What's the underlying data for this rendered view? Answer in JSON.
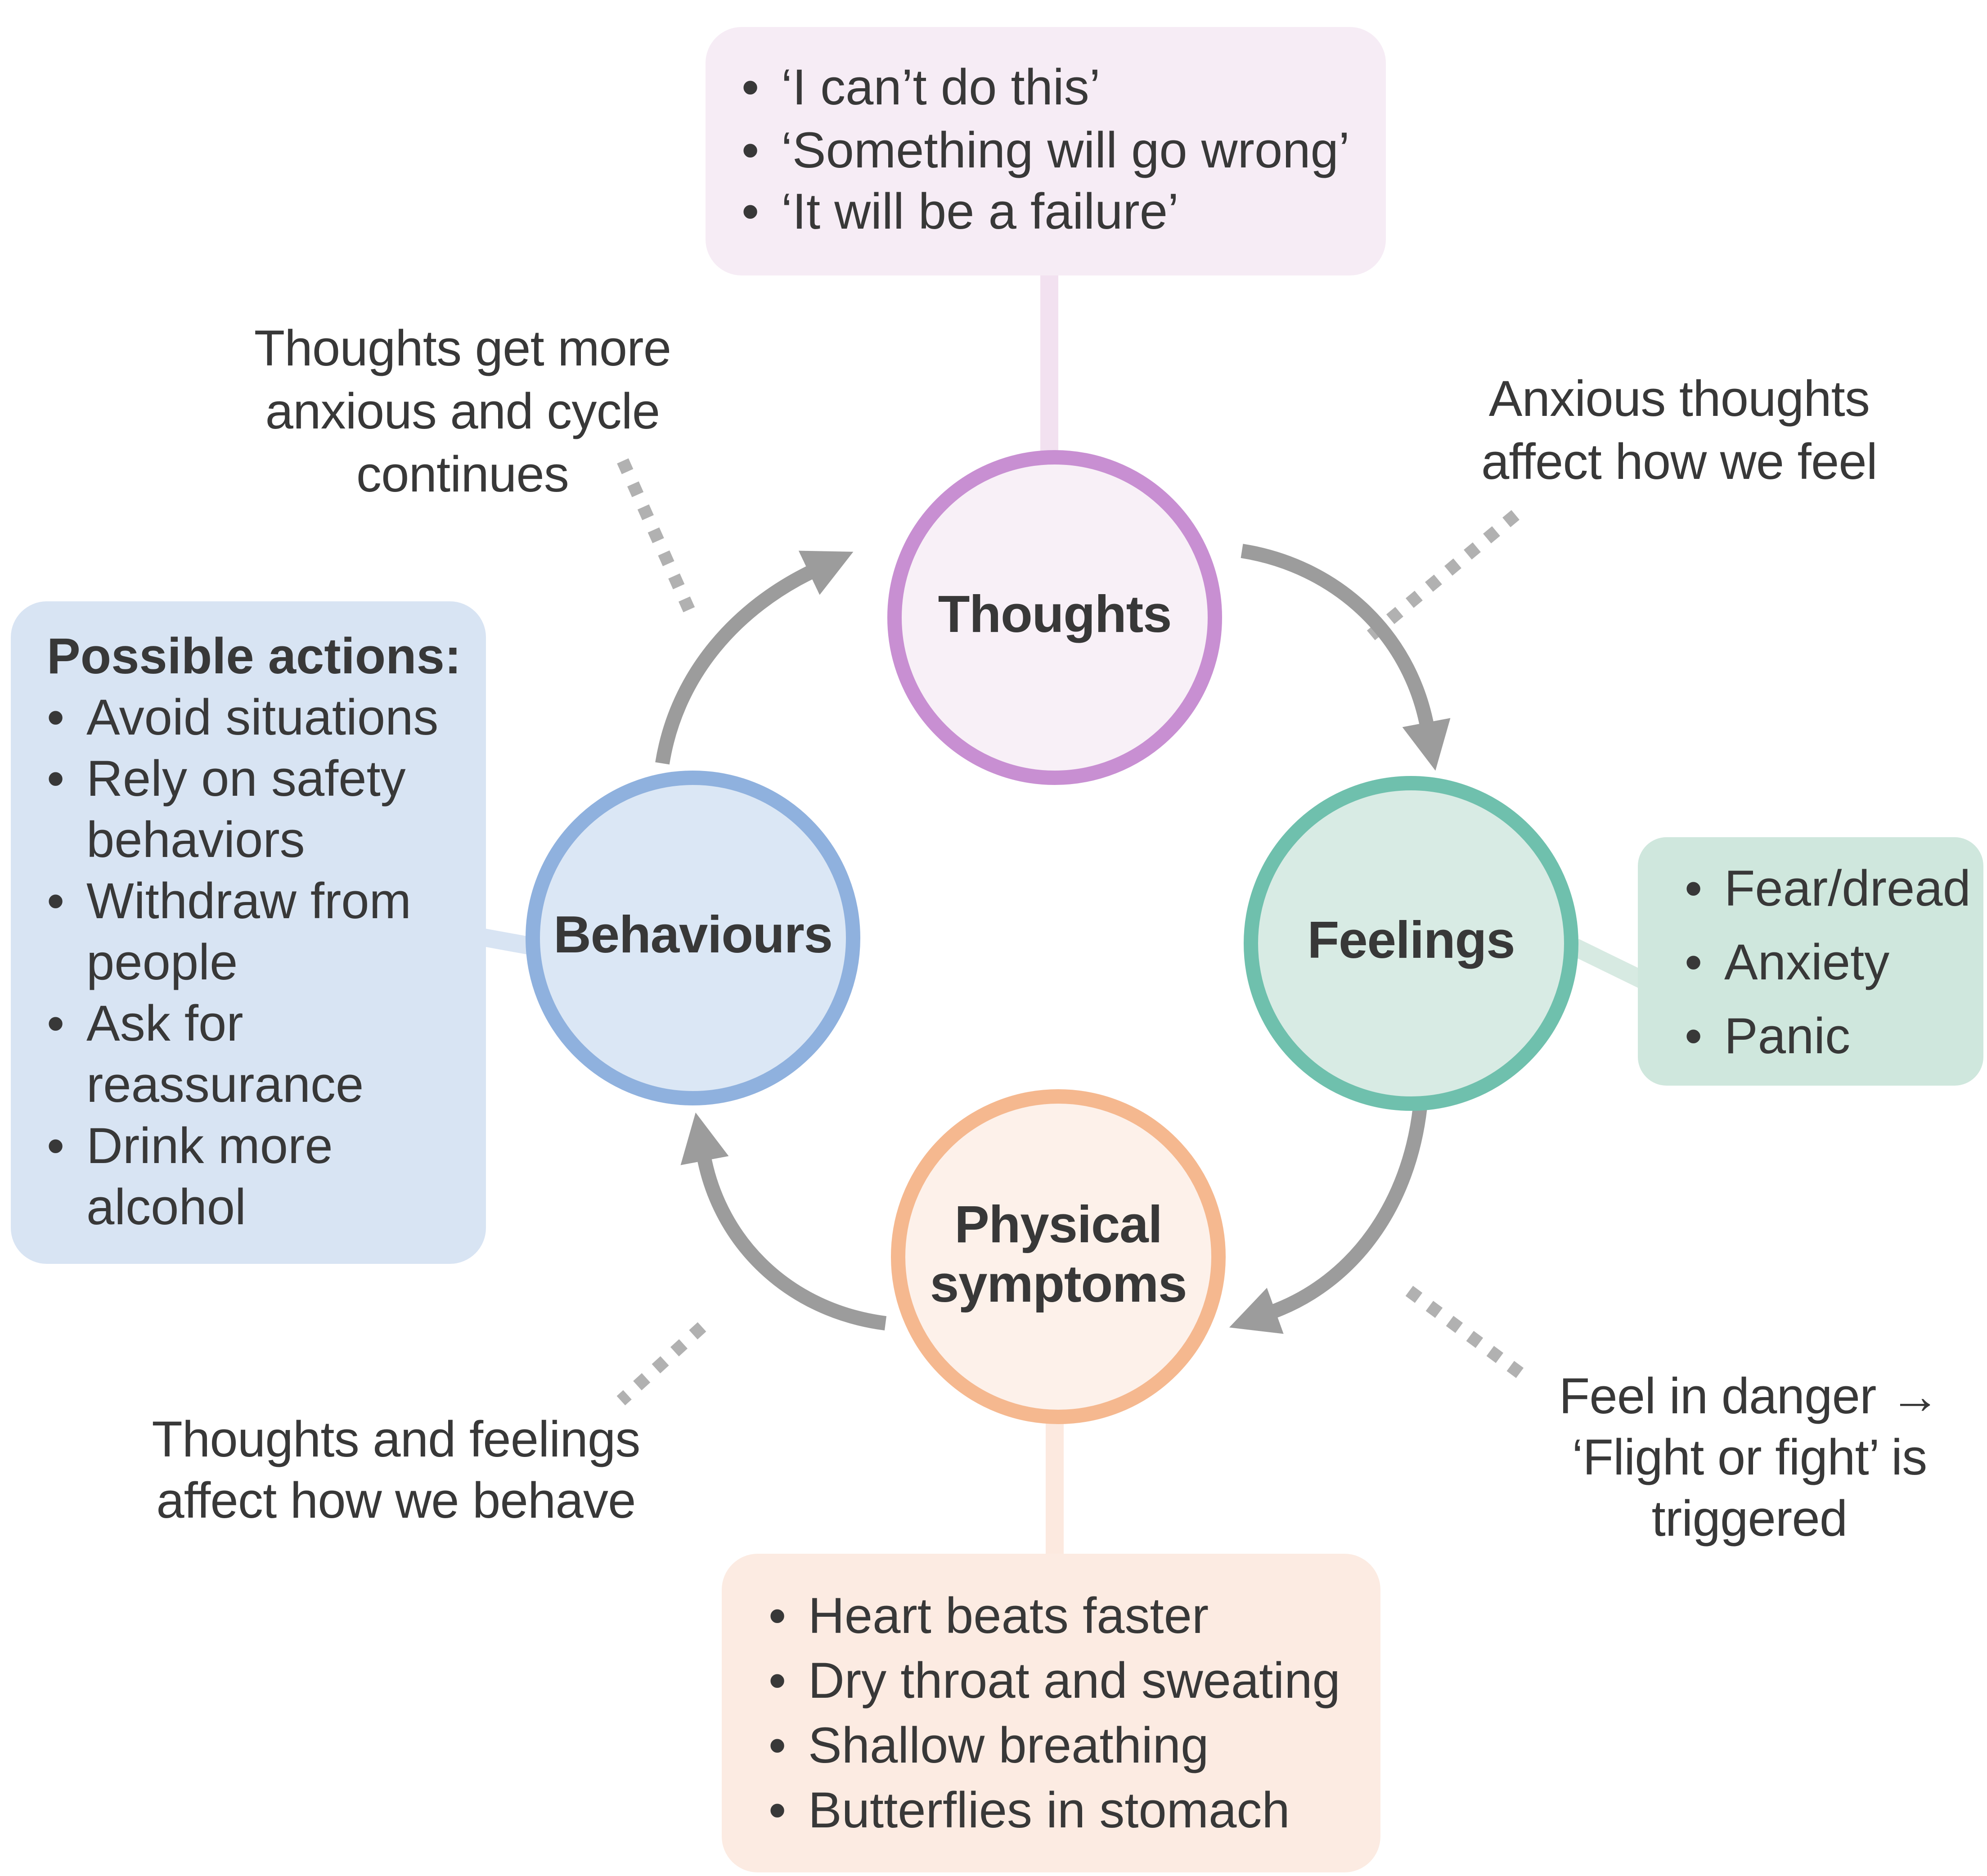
{
  "nodes": {
    "thoughts": {
      "label": "Thoughts"
    },
    "feelings": {
      "label": "Feelings"
    },
    "physical": {
      "label": "Physical symptoms"
    },
    "behaviours": {
      "label": "Behaviours"
    }
  },
  "boxes": {
    "thoughts": {
      "items": [
        "‘I can’t do this’",
        "‘Something will go wrong’",
        "‘It will be a failure’"
      ]
    },
    "feelings": {
      "items": [
        "Fear/dread",
        "Anxiety",
        "Panic"
      ]
    },
    "physical": {
      "items": [
        "Heart beats faster",
        "Dry throat and sweating",
        "Shallow breathing",
        "Butterflies in stomach"
      ]
    },
    "behaviours": {
      "title": "Possible actions:",
      "items": [
        "Avoid situations",
        "Rely on safety behaviors",
        "Withdraw from people",
        "Ask for reassurance",
        "Drink more alcohol"
      ]
    }
  },
  "annotations": {
    "behaviours_to_thoughts": {
      "lines": [
        "Thoughts get more",
        "anxious and cycle",
        "continues"
      ]
    },
    "thoughts_to_feelings": {
      "lines": [
        "Anxious thoughts",
        "affect how we feel"
      ]
    },
    "feelings_to_physical": {
      "lines": [
        "Feel in danger →",
        "‘Flight or fight’ is",
        "triggered"
      ]
    },
    "physical_to_behaviours": {
      "lines": [
        "Thoughts and feelings",
        "affect how we behave"
      ]
    }
  },
  "icons": {
    "bullet": "•"
  },
  "colors": {
    "thoughts_border": "#c88fd2",
    "thoughts_fill": "#f8f0f7",
    "thoughts_box": "#f6ecf5",
    "feelings_border": "#6fc0ad",
    "feelings_fill": "#d8ebe4",
    "feelings_box": "#cfe7dd",
    "behaviours_border": "#8fb1de",
    "behaviours_fill": "#dbe7f5",
    "behaviours_box": "#d8e4f3",
    "physical_border": "#f5b88f",
    "physical_fill": "#fdf1ea",
    "physical_box": "#fcebe2",
    "arrow": "#9c9c9c",
    "dotted_line": "#b1b1b1",
    "text": "#383838"
  }
}
